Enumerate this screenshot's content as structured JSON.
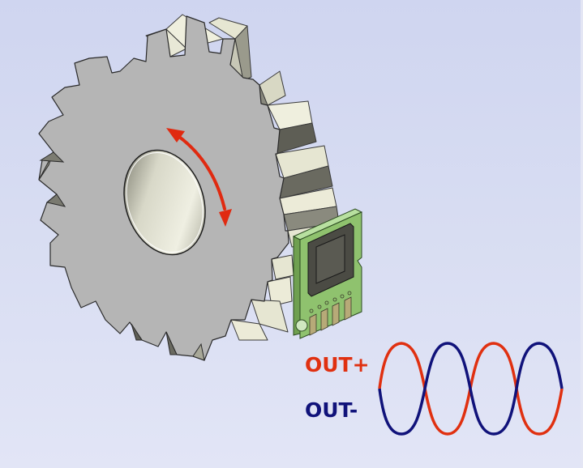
{
  "figure": {
    "description": "Gear with magnetic/hall sensor chip and differential output signals",
    "background_color": "#d6dbf2",
    "gear": {
      "face_color": "#b3b3b3",
      "tooth_side_light": "#e6e6d4",
      "tooth_side_dark": "#8a8a7e",
      "bore_color": "#e8e8dc",
      "teeth_count": 24
    },
    "rotation_arrow": {
      "color": "#e02a10",
      "direction": "bidirectional"
    },
    "sensor": {
      "pcb_color": "#8fc26e",
      "chip_color": "#4e4e46",
      "pad_color": "#b5a978",
      "pad_count": 4
    },
    "signals": [
      {
        "label": "OUT+",
        "color": "#e03010"
      },
      {
        "label": "OUT-",
        "color": "#10127a"
      }
    ],
    "waveform": {
      "cycles": 2,
      "type": "sine",
      "phase_shift_deg": 180
    }
  }
}
